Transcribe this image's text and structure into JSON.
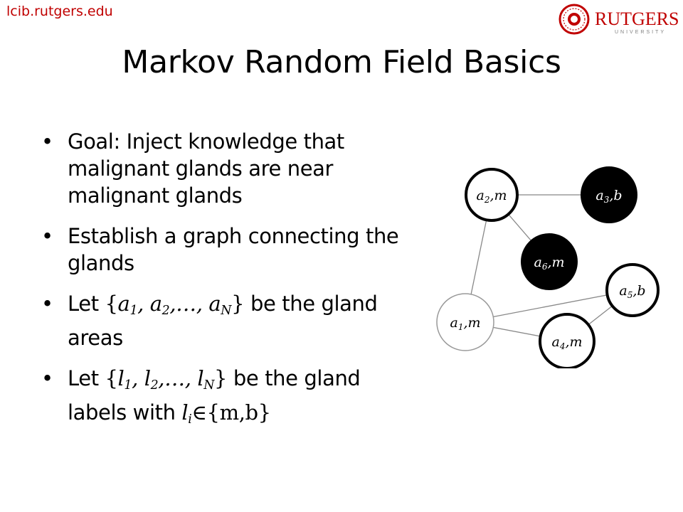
{
  "header": {
    "source": "lcib.rutgers.edu",
    "logo_text": "RUTGERS",
    "logo_subtext": "UNIVERSITY",
    "brand_color": "#c00000"
  },
  "slide": {
    "title": "Markov Random Field Basics",
    "bullets": [
      {
        "text": "Goal: Inject knowledge that malignant glands are near malignant glands"
      },
      {
        "text": "Establish a graph connecting the glands"
      },
      {
        "prefix": "Let ",
        "math": [
          "{",
          "a",
          "1",
          ", ",
          "a",
          "2",
          ",…, ",
          "a",
          "N",
          "}"
        ],
        "suffix": " be the gland areas"
      },
      {
        "prefix": "Let ",
        "math": [
          "{",
          "l",
          "1",
          ", ",
          "l",
          "2",
          ",…, ",
          "l",
          "N",
          "}"
        ],
        "suffix": " be the gland labels with ",
        "tail": [
          "l",
          "i",
          "∈",
          "{m,b}"
        ]
      }
    ]
  },
  "graph": {
    "nodes": [
      {
        "id": "a2",
        "base": "a",
        "sub": "2",
        "label": "m",
        "filled": false
      },
      {
        "id": "a3",
        "base": "a",
        "sub": "3",
        "label": "b",
        "filled": true
      },
      {
        "id": "a6",
        "base": "a",
        "sub": "6",
        "label": "m",
        "filled": true
      },
      {
        "id": "a5",
        "base": "a",
        "sub": "5",
        "label": "b",
        "filled": false
      },
      {
        "id": "a1",
        "base": "a",
        "sub": "1",
        "label": "m",
        "filled": false
      },
      {
        "id": "a4",
        "base": "a",
        "sub": "4",
        "label": "m",
        "filled": false
      }
    ],
    "edges": [
      [
        "a2",
        "a3"
      ],
      [
        "a2",
        "a6"
      ],
      [
        "a2",
        "a1"
      ],
      [
        "a1",
        "a5"
      ],
      [
        "a1",
        "a4"
      ],
      [
        "a5",
        "a4"
      ]
    ]
  }
}
